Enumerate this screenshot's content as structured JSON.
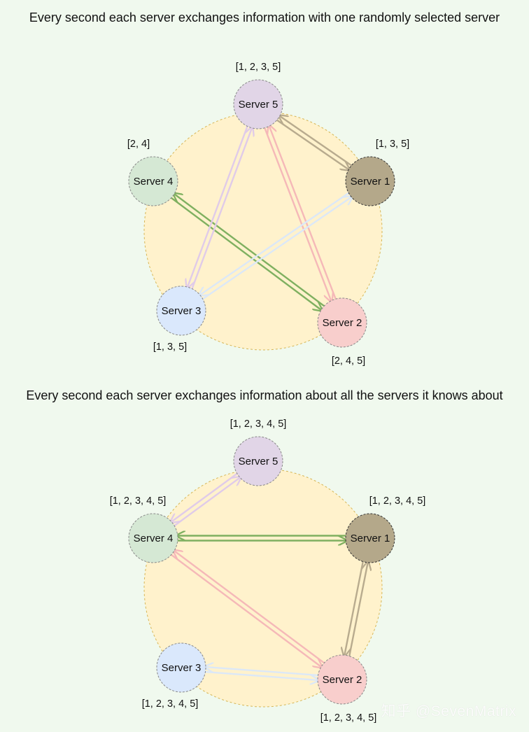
{
  "titles": {
    "top": "Every second each server exchanges information with one randomly selected server",
    "bottom": "Every second each server exchanges information about all the servers it knows about"
  },
  "watermark": "知乎 @SevenMatrix",
  "colors": {
    "background": "#f0f9ee",
    "ring_fill": "#fff2cc",
    "ring_stroke": "#d6b656",
    "server1": "#b4a88a",
    "server2": "#f8cecc",
    "server3": "#dae8fc",
    "server4": "#d5e8d4",
    "server5": "#e1d5e7",
    "arrow_green": "#7fb060",
    "arrow_pink": "#f5b8b8",
    "arrow_lilac": "#e0cbe9",
    "arrow_blue": "#dce8f7",
    "arrow_brown": "#b8ab8e"
  },
  "diagrams": [
    {
      "servers": [
        {
          "id": 1,
          "label": "Server 1",
          "known": "[1, 3, 5]"
        },
        {
          "id": 2,
          "label": "Server 2",
          "known": "[2, 4, 5]"
        },
        {
          "id": 3,
          "label": "Server 3",
          "known": "[1, 3, 5]"
        },
        {
          "id": 4,
          "label": "Server 4",
          "known": "[2, 4]"
        },
        {
          "id": 5,
          "label": "Server 5",
          "known": "[1, 2, 3, 5]"
        }
      ],
      "exchanges": [
        {
          "from": 4,
          "to": 2,
          "color": "arrow_green"
        },
        {
          "from": 2,
          "to": 4,
          "color": "arrow_green"
        },
        {
          "from": 5,
          "to": 2,
          "color": "arrow_pink"
        },
        {
          "from": 2,
          "to": 5,
          "color": "arrow_pink"
        },
        {
          "from": 5,
          "to": 3,
          "color": "arrow_lilac"
        },
        {
          "from": 3,
          "to": 5,
          "color": "arrow_lilac"
        },
        {
          "from": 1,
          "to": 3,
          "color": "arrow_blue"
        },
        {
          "from": 3,
          "to": 1,
          "color": "arrow_blue"
        },
        {
          "from": 5,
          "to": 1,
          "color": "arrow_brown"
        },
        {
          "from": 1,
          "to": 5,
          "color": "arrow_brown"
        }
      ]
    },
    {
      "servers": [
        {
          "id": 1,
          "label": "Server 1",
          "known": "[1, 2, 3, 4, 5]"
        },
        {
          "id": 2,
          "label": "Server 2",
          "known": "[1, 2, 3, 4, 5]"
        },
        {
          "id": 3,
          "label": "Server 3",
          "known": "[1, 2, 3, 4, 5]"
        },
        {
          "id": 4,
          "label": "Server 4",
          "known": "[1, 2, 3, 4, 5]"
        },
        {
          "id": 5,
          "label": "Server 5",
          "known": "[1, 2, 3, 4, 5]"
        }
      ],
      "exchanges": [
        {
          "from": 4,
          "to": 5,
          "color": "arrow_lilac"
        },
        {
          "from": 5,
          "to": 4,
          "color": "arrow_lilac"
        },
        {
          "from": 4,
          "to": 1,
          "color": "arrow_green"
        },
        {
          "from": 1,
          "to": 4,
          "color": "arrow_green"
        },
        {
          "from": 4,
          "to": 2,
          "color": "arrow_pink"
        },
        {
          "from": 2,
          "to": 4,
          "color": "arrow_pink"
        },
        {
          "from": 2,
          "to": 1,
          "color": "arrow_brown"
        },
        {
          "from": 1,
          "to": 2,
          "color": "arrow_brown"
        },
        {
          "from": 3,
          "to": 2,
          "color": "arrow_blue"
        },
        {
          "from": 2,
          "to": 3,
          "color": "arrow_blue"
        }
      ]
    }
  ]
}
